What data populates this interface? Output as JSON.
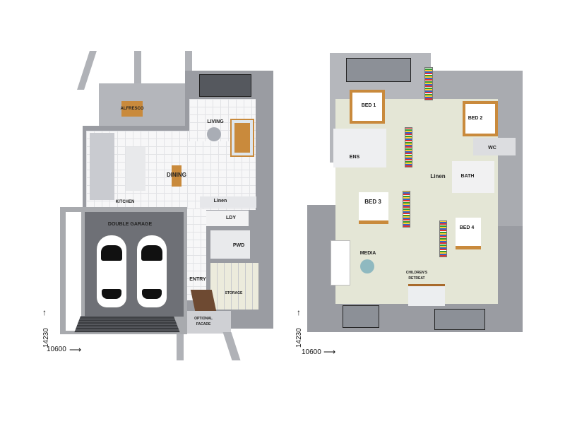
{
  "ground_floor": {
    "rooms": {
      "alfresco": "ALFRESCO",
      "living": "LIVING",
      "dining": "DINING",
      "kitchen": "KITCHEN",
      "linen": "Linen",
      "laundry": "LDY",
      "powder": "PWD",
      "garage": "DOUBLE GARAGE",
      "entry": "ENTRY",
      "storage": "STORAGE",
      "optional_facade": "OPTIONAL FACADE"
    },
    "dimensions": {
      "depth": "14230",
      "width": "10600"
    }
  },
  "upper_floor": {
    "rooms": {
      "bed1": "BED 1",
      "bed2": "BED 2",
      "ensuite": "ENS",
      "wc": "WC",
      "linen": "Linen",
      "bath": "BATH",
      "bed3": "BED 3",
      "bed4": "BED 4",
      "media": "MEDIA",
      "childrens_retreat": "CHILDREN'S RETREAT"
    },
    "dimensions": {
      "depth": "14230",
      "width": "10600"
    }
  },
  "colors": {
    "wall": "#9a9ca2",
    "garage_floor": "#6e7076",
    "carpet": "#e4e6d6",
    "wood": "#c98a3c"
  }
}
